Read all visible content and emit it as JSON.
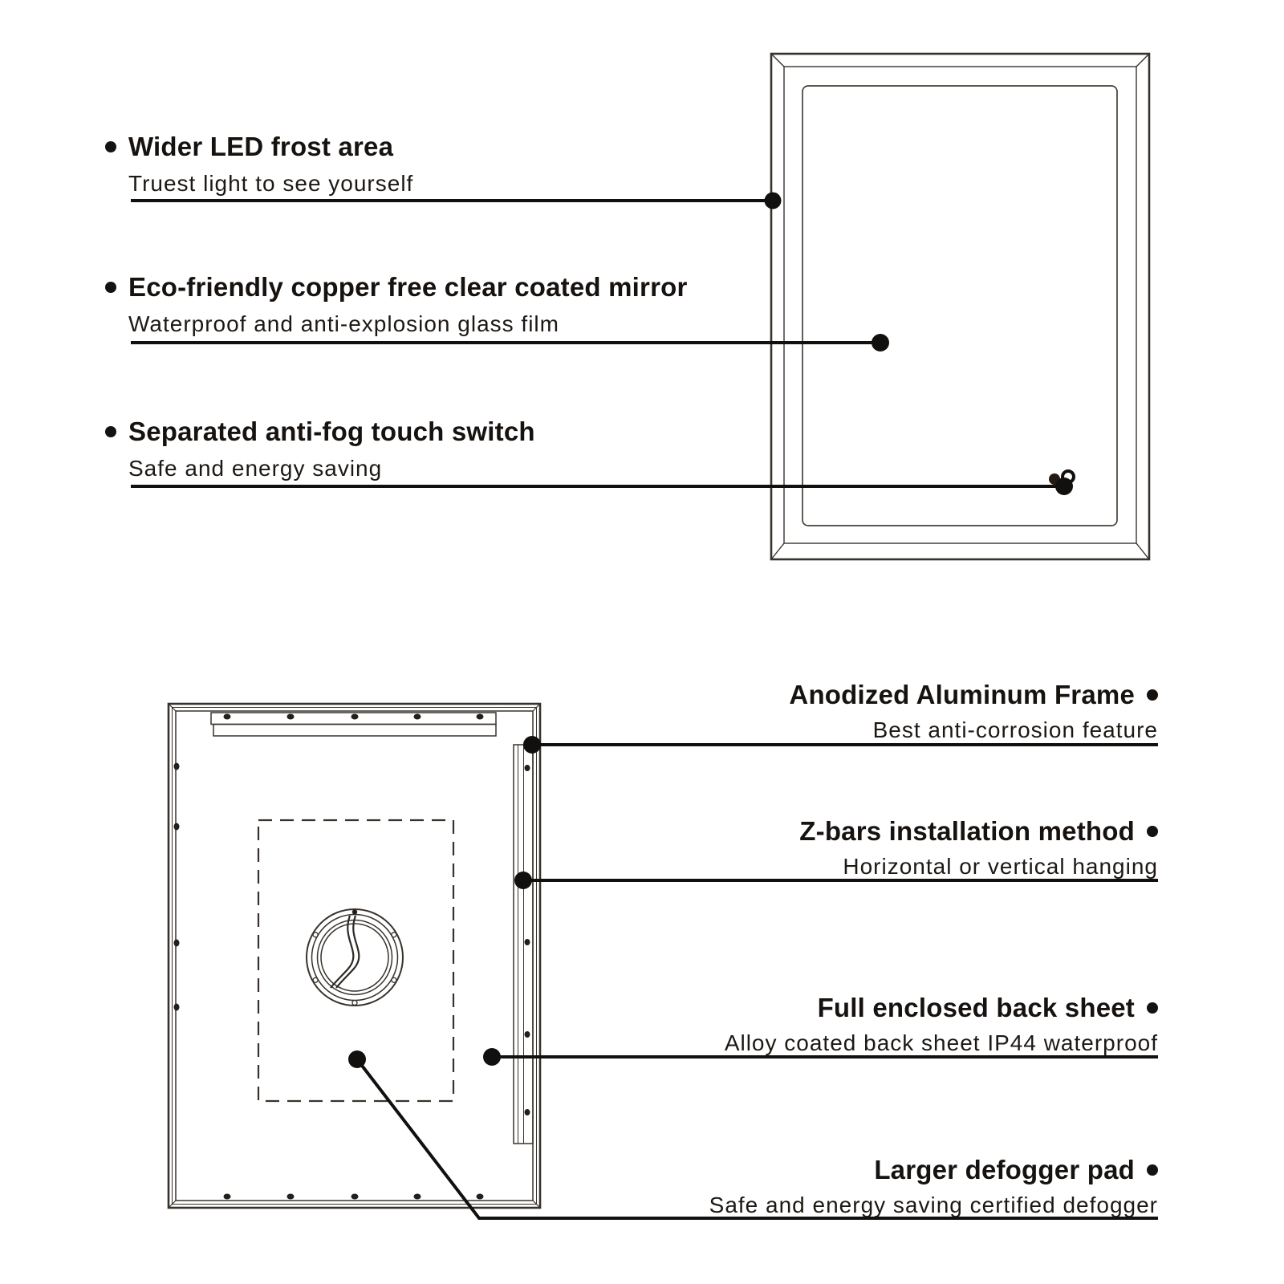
{
  "front_view": {
    "callouts": [
      {
        "title": "Wider LED frost area",
        "subtitle": "Truest light to see yourself"
      },
      {
        "title": "Eco-friendly copper free clear coated mirror",
        "subtitle": "Waterproof and anti-explosion glass film"
      },
      {
        "title": "Separated anti-fog touch switch",
        "subtitle": "Safe and energy saving"
      }
    ]
  },
  "back_view": {
    "callouts": [
      {
        "title": "Anodized Aluminum Frame",
        "subtitle": "Best anti-corrosion feature"
      },
      {
        "title": "Z-bars installation method",
        "subtitle": "Horizontal or vertical hanging"
      },
      {
        "title": "Full enclosed back sheet",
        "subtitle": "Alloy coated back sheet IP44 waterproof"
      },
      {
        "title": "Larger defogger pad",
        "subtitle": "Safe and energy saving certified defogger"
      }
    ]
  },
  "icons": {
    "bullet": "●",
    "callout_dot": "●",
    "touch_switch": "double-circle"
  },
  "colors": {
    "ink": "#16120f",
    "drawing_line": "#38322c",
    "background": "#ffffff"
  }
}
